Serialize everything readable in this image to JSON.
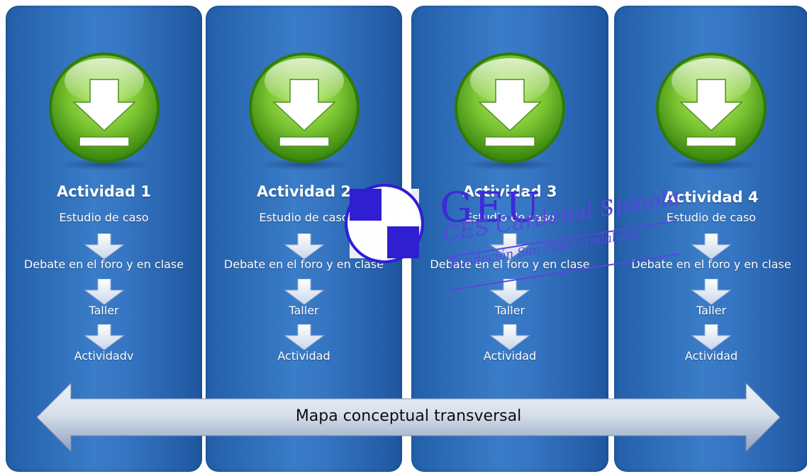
{
  "columns": [
    {
      "title": "Actividad 1",
      "steps": [
        "Estudio de caso",
        "Debate en el foro y en clase",
        "Taller",
        "Actividadv"
      ]
    },
    {
      "title": "Actividad 2",
      "steps": [
        "Estudio de caso",
        "Debate en el foro y en clase",
        "Taller",
        "Actividad"
      ]
    },
    {
      "title": "Actividad 3",
      "steps": [
        "Estudio de caso",
        "Debate en el foro y en clase",
        "Taller",
        "Actividad"
      ]
    },
    {
      "title": "Actividad 4",
      "steps": [
        "Estudio de caso",
        "Debate en el foro y en clase",
        "Taller",
        "Actividad"
      ]
    }
  ],
  "band": {
    "label": "Mapa conceptual transversal"
  },
  "watermark": {
    "logo": "GEU",
    "name": "CES Cardenal Spínola",
    "subtitle": "Fundación San Pablo Andalucía"
  },
  "icons": {
    "badge": "download-icon",
    "connector": "down-arrow-icon"
  },
  "colors": {
    "column_blue": "#2e6bb7",
    "badge_green": "#7fc636",
    "watermark": "#3d2bd8"
  }
}
